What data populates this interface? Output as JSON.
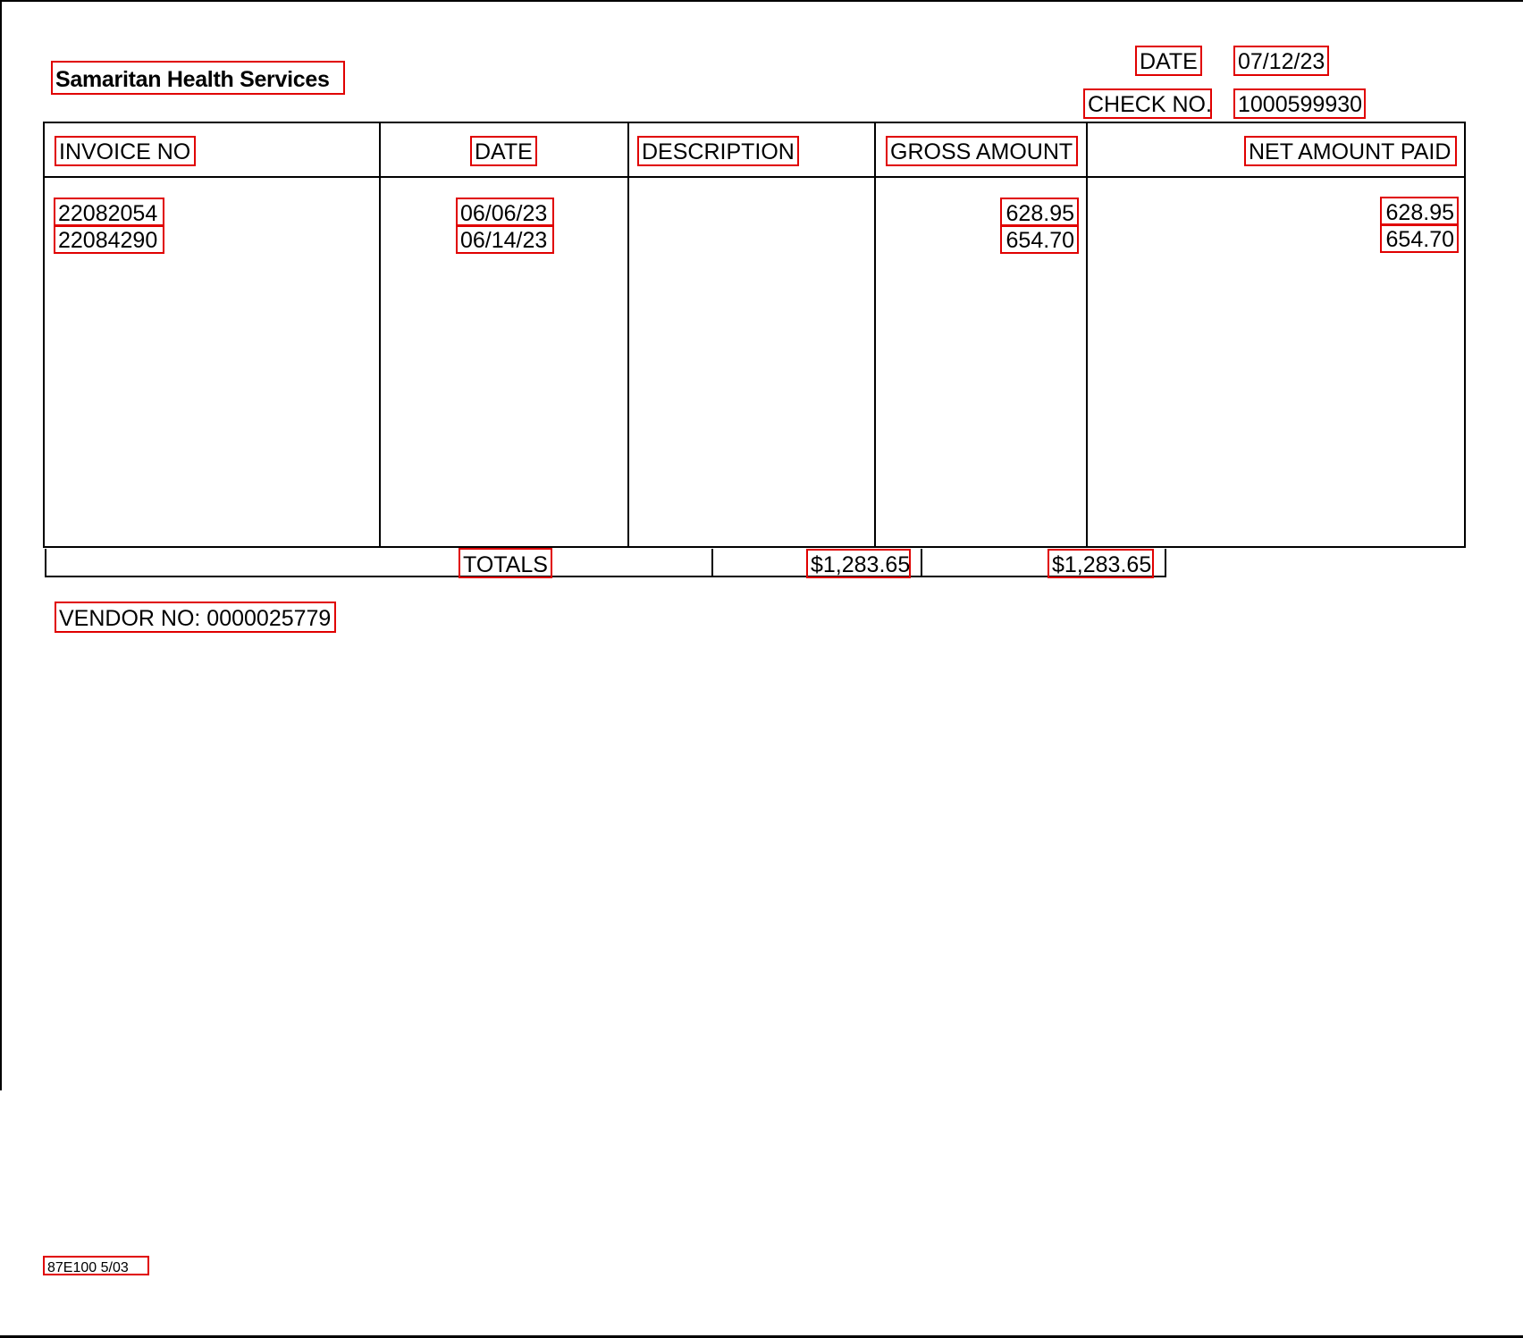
{
  "header": {
    "company": "Samaritan Health Services",
    "date_label": "DATE",
    "date_value": "07/12/23",
    "check_label": "CHECK NO.",
    "check_value": "1000599930"
  },
  "table": {
    "columns": [
      "INVOICE NO",
      "DATE",
      "DESCRIPTION",
      "GROSS AMOUNT",
      "NET AMOUNT PAID"
    ],
    "rows": [
      {
        "invoice": "22082054",
        "date": "06/06/23",
        "description": "",
        "gross": "628.95",
        "net": "628.95"
      },
      {
        "invoice": "22084290",
        "date": "06/14/23",
        "description": "",
        "gross": "654.70",
        "net": "654.70"
      }
    ],
    "totals_label": "TOTALS",
    "total_gross": "$1,283.65",
    "total_net": "$1,283.65"
  },
  "vendor": "VENDOR NO: 0000025779",
  "footer_code": "87E100 5/03"
}
